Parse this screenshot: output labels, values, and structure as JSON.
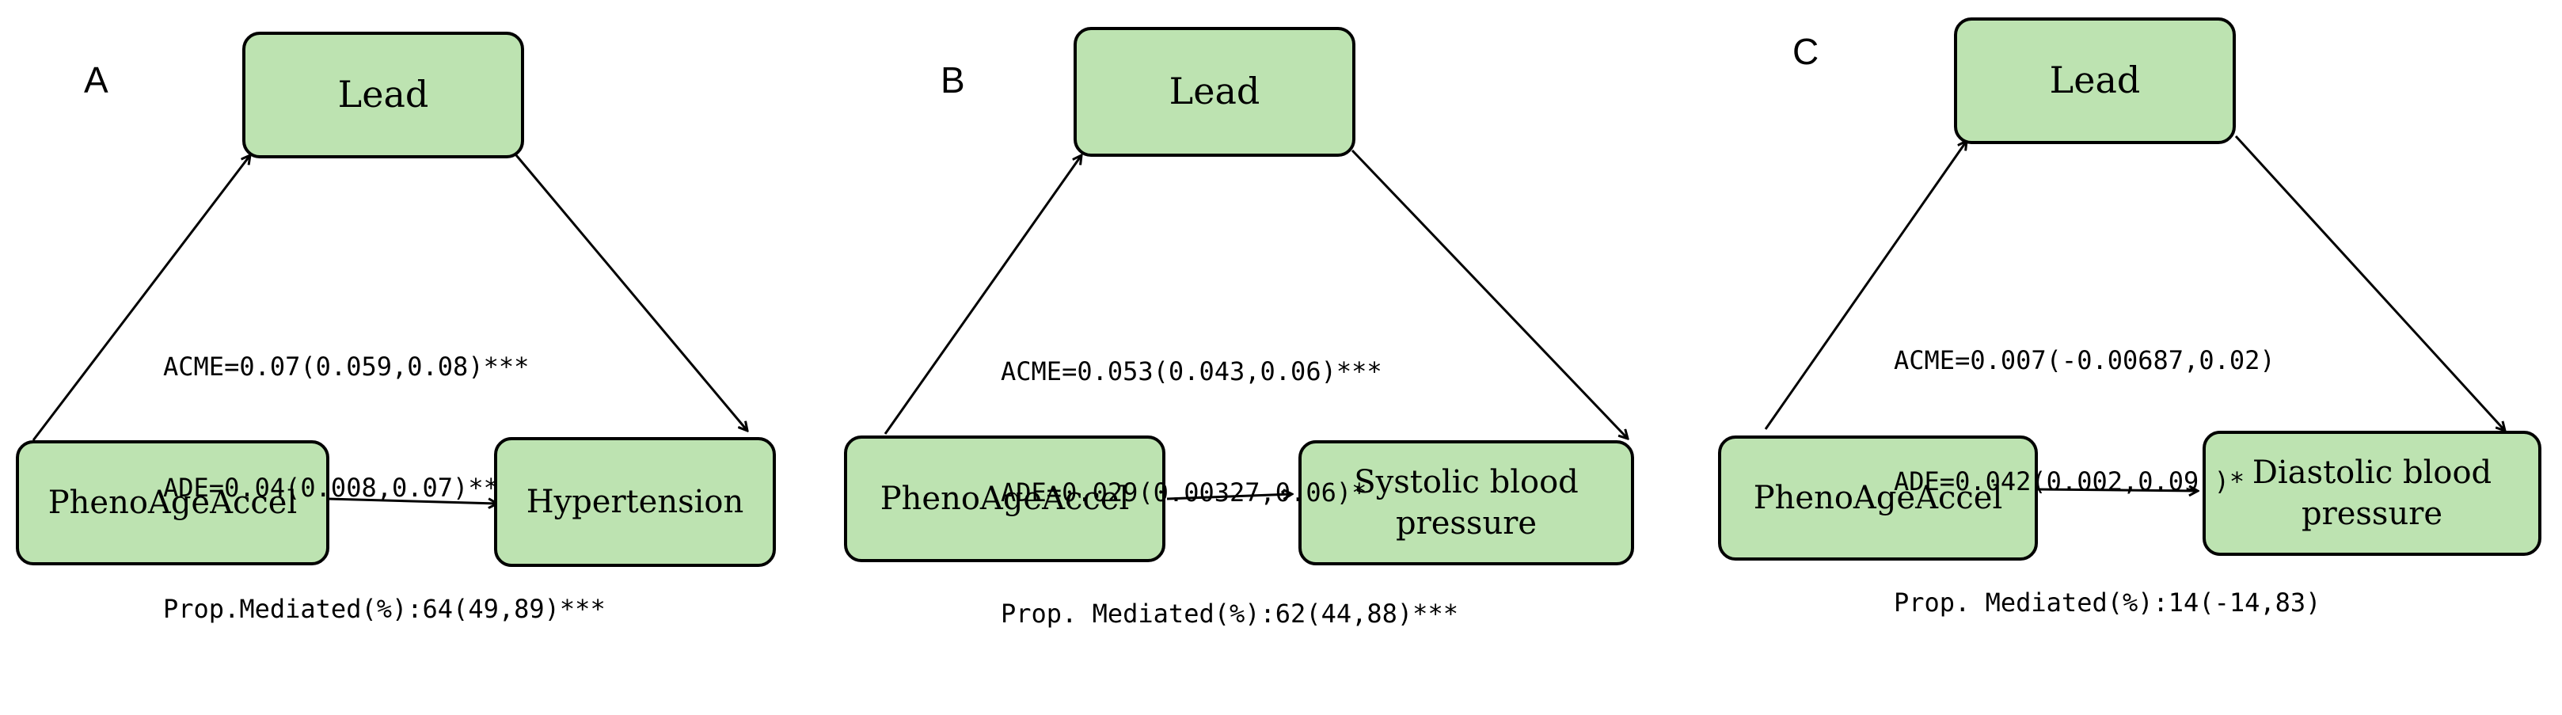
{
  "panels": [
    {
      "letter": "A",
      "mediator": "Lead",
      "exposure": "PhenoAgeAccel",
      "outcome": "Hypertension",
      "stats": {
        "acme": "ACME=0.07(0.059,0.08)***",
        "ade": "ADE=0.04(0.008,0.07)**",
        "prop": "Prop.Mediated(%):64(49,89)***"
      }
    },
    {
      "letter": "B",
      "mediator": "Lead",
      "exposure": "PhenoAgeAccel",
      "outcome": "Systolic blood\npressure",
      "stats": {
        "acme": "ACME=0.053(0.043,0.06)***",
        "ade": "ADE=0.029(0.00327,0.06)*",
        "prop": "Prop. Mediated(%):62(44,88)***"
      }
    },
    {
      "letter": "C",
      "mediator": "Lead",
      "exposure": "PhenoAgeAccel",
      "outcome": "Diastolic blood\npressure",
      "stats": {
        "acme": "ACME=0.007(-0.00687,0.02)",
        "ade": "ADE=0.042(0.002,0.09 )*",
        "prop": "Prop. Mediated(%):14(-14,83)"
      }
    }
  ],
  "colors": {
    "box_fill": "#bde3b1",
    "line": "#000000"
  }
}
